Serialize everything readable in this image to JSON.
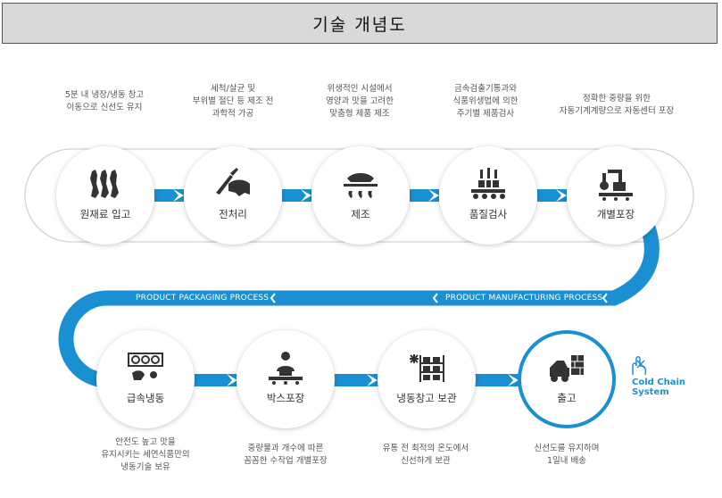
{
  "title": "기술 개념도",
  "top_steps": [
    {
      "label": "원재료 입고",
      "icon": "meat-icon",
      "desc": "5분 내 냉장/냉동 창고\n이동으로 신선도 유지"
    },
    {
      "label": "전처리",
      "icon": "knife-meat-icon",
      "desc": "세척/살균 및\n부위별 절단 등 제조 전\n과학적 가공"
    },
    {
      "label": "제조",
      "icon": "grill-icon",
      "desc": "위생적인 시설에서\n영양과 맛을 고려한\n맞춤형 제품 제조"
    },
    {
      "label": "품질검사",
      "icon": "conveyor-inspection-icon",
      "desc": "금속검출기통과와\n식품위생법에 의한\n주기별 제품검사"
    },
    {
      "label": "개별포장",
      "icon": "robot-arm-icon",
      "desc": "정확한 중량을 위한\n자동기계계량으로 자동센터 포장"
    }
  ],
  "bottom_steps": [
    {
      "label": "급속냉동",
      "icon": "fan-freezer-icon",
      "desc": "안전도 높고 맛을\n유지시키는 세연식품만의\n냉동기술 보유"
    },
    {
      "label": "박스포장",
      "icon": "worker-box-icon",
      "desc": "중량물과 개수에 따른\n꼼꼼한 수작업 개별포장"
    },
    {
      "label": "냉동창고 보관",
      "icon": "cold-storage-icon",
      "desc": "유통 전 최적의 온도에서\n신선하게 보관"
    },
    {
      "label": "출고",
      "icon": "forklift-icon",
      "desc": "신선도를 유지하며\n1일내 배송"
    }
  ],
  "process_labels": {
    "manufacturing": "PRODUCT MANUFACTURING PROCESS",
    "packaging": "PRODUCT PACKAGING PROCESS"
  },
  "cold_chain": {
    "icon": "snowflake-hand-icon",
    "text": "Cold Chain\nSystem"
  },
  "colors": {
    "track": "#1a8fd1",
    "track_border": "#d0d3d6",
    "icon": "#333333"
  }
}
